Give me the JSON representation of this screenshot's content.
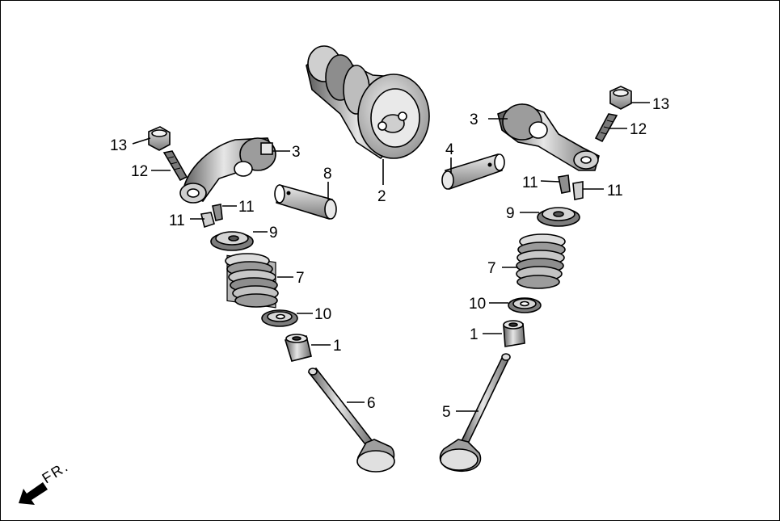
{
  "diagram": {
    "direction_label": "FR.",
    "callouts": {
      "valve_seal_left": "1",
      "valve_seal_right": "1",
      "camshaft": "2",
      "rocker_arm_left": "3",
      "rocker_arm_right": "3",
      "rocker_shaft_right": "4",
      "intake_valve": "5",
      "exhaust_valve": "6",
      "spring_left": "7",
      "spring_right": "7",
      "rocker_shaft_left": "8",
      "retainer_left": "9",
      "retainer_right": "9",
      "spring_seat_left": "10",
      "spring_seat_right": "10",
      "cotter_left_a": "11",
      "cotter_left_b": "11",
      "cotter_right_a": "11",
      "cotter_right_b": "11",
      "adjust_screw_left": "12",
      "adjust_screw_right": "12",
      "lock_nut_left": "13",
      "lock_nut_right": "13"
    },
    "colors": {
      "ink": "#000000",
      "shade": "#9a9a9a",
      "light": "#d8d8d8",
      "mid": "#6e6e6e"
    }
  }
}
